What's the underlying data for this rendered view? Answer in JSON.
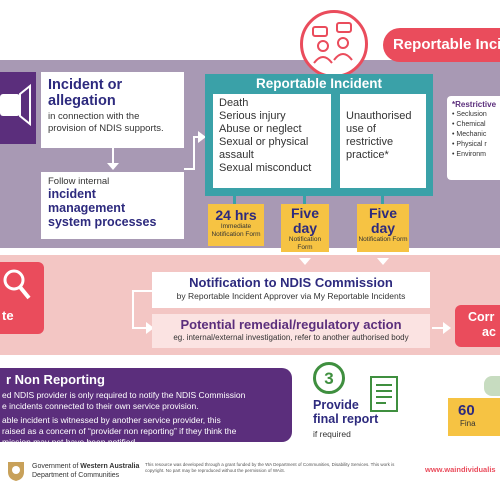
{
  "header": {
    "title": "Reportable Incide"
  },
  "incident": {
    "title_line1": "Incident or",
    "title_line2": "allegation",
    "desc": "in connection with the provision of NDIS supports."
  },
  "internal": {
    "prefix": "Follow internal",
    "bold1": "incident",
    "bold2": "management",
    "bold3": "system processes"
  },
  "reportable": {
    "title": "Reportable Incident",
    "left_items": [
      "Death",
      "Serious injury",
      "Abuse or neglect",
      "Sexual or physical assault",
      "Sexual misconduct"
    ],
    "right_item": "Unauthorised use of restrictive practice*"
  },
  "restrictive": {
    "title": "*Restrictive",
    "items": [
      "Seclusion",
      "Chemical",
      "Mechanic",
      "Physical r",
      "Environm"
    ]
  },
  "forms": [
    {
      "big": "24 hrs",
      "small": "Immediate Notification Form"
    },
    {
      "big": "Five day",
      "small": "Notification Form"
    },
    {
      "big": "Five day",
      "small": "Notification Form"
    }
  ],
  "investigate": {
    "label": "te"
  },
  "notification": {
    "title": "Notification to NDIS Commission",
    "sub": "by Reportable Incident Approver via My Reportable Incidents"
  },
  "remedial": {
    "title": "Potential remedial/regulatory action",
    "sub": "eg. internal/external investigation, refer to another authorised body"
  },
  "corrective": {
    "line1": "Corr",
    "line2": "ac"
  },
  "non_reporting": {
    "title": "r Non Reporting",
    "p1_line1": "ed NDIS provider is only required to notify the NDIS Commission",
    "p1_line2": "e incidents connected to their own service provision.",
    "p2_line1": "able incident is witnessed by another service provider, this",
    "p2_line2": "raised as a concern of “provider non reporting” if they think the",
    "p2_line3": "mission may not have been notified."
  },
  "final_report": {
    "step": "3",
    "title1": "Provide",
    "title2": "final report",
    "sub": "if required"
  },
  "sixty": {
    "big": "60",
    "small": "Fina"
  },
  "footer": {
    "gov1": "Government of ",
    "gov_bold": "Western Australia",
    "gov2": "Department of Communities",
    "note": "This resource was developed through a grant funded by the WA Department of Communities, Disability Services. This work is copyright. No part may be reproduced without the permission of WAiS.",
    "url": "www.waindividualis"
  },
  "colors": {
    "purple_band": "#a899b4",
    "pink_band": "#f3c6c4",
    "teal": "#3aa1a8",
    "red": "#ea4c5c",
    "yellow": "#f6c343",
    "dark_purple": "#5b2e7c"
  }
}
